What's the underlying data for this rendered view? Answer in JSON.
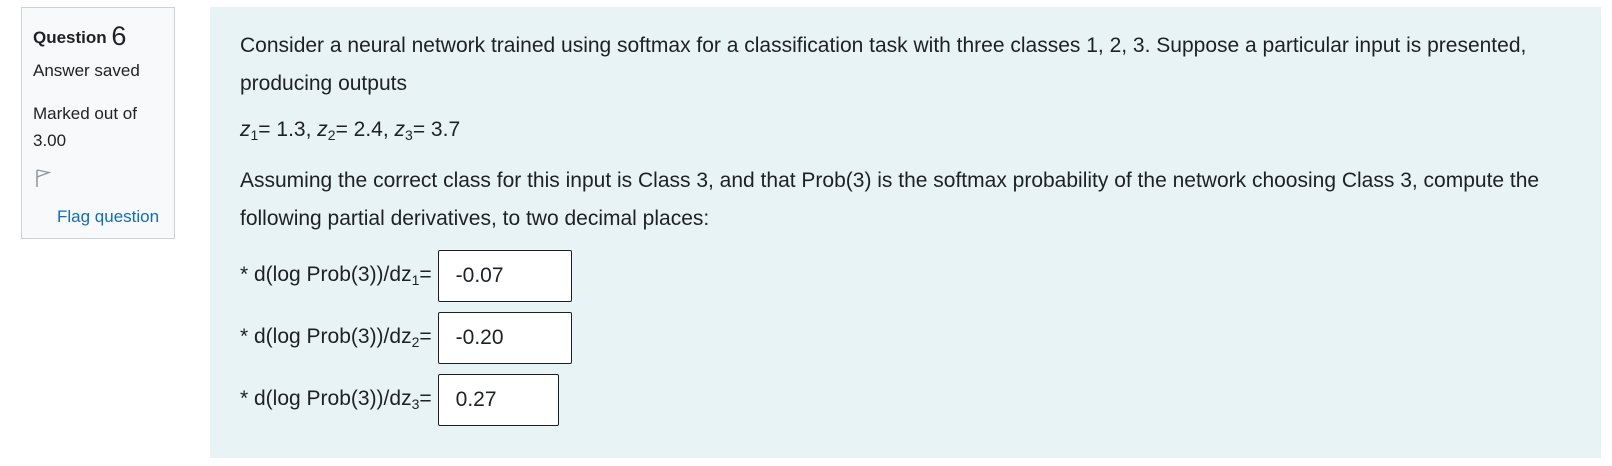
{
  "info": {
    "question_label": "Question",
    "question_number": "6",
    "state": "Answer saved",
    "grade": "Marked out of 3.00",
    "flag_label": "Flag question"
  },
  "question": {
    "intro": "Consider a neural network trained using softmax for a classification task with three classes 1, 2, 3. Suppose a particular input is presented, producing outputs",
    "outputs": [
      {
        "var": "z",
        "sub": "1",
        "rest": "= 1.3, "
      },
      {
        "var": "z",
        "sub": "2",
        "rest": "= 2.4, "
      },
      {
        "var": "z",
        "sub": "3",
        "rest": "= 3.7"
      }
    ],
    "instruction": "Assuming the correct class for this input is Class 3, and that Prob(3) is the softmax probability of the network choosing Class 3, compute the following partial derivatives, to two decimal places:",
    "items": [
      {
        "prefix": "* d(log Prob(3))/dz",
        "sub": "1",
        "suffix": "=",
        "value": "-0.07"
      },
      {
        "prefix": "* d(log Prob(3))/dz",
        "sub": "2",
        "suffix": "=",
        "value": "-0.20"
      },
      {
        "prefix": "* d(log Prob(3))/dz",
        "sub": "3",
        "suffix": "=",
        "value": "0.27"
      }
    ]
  },
  "colors": {
    "content_bg": "#e7f3f5",
    "link": "#0f6cbf"
  },
  "icons": {
    "flag": "flag-outline-icon"
  }
}
